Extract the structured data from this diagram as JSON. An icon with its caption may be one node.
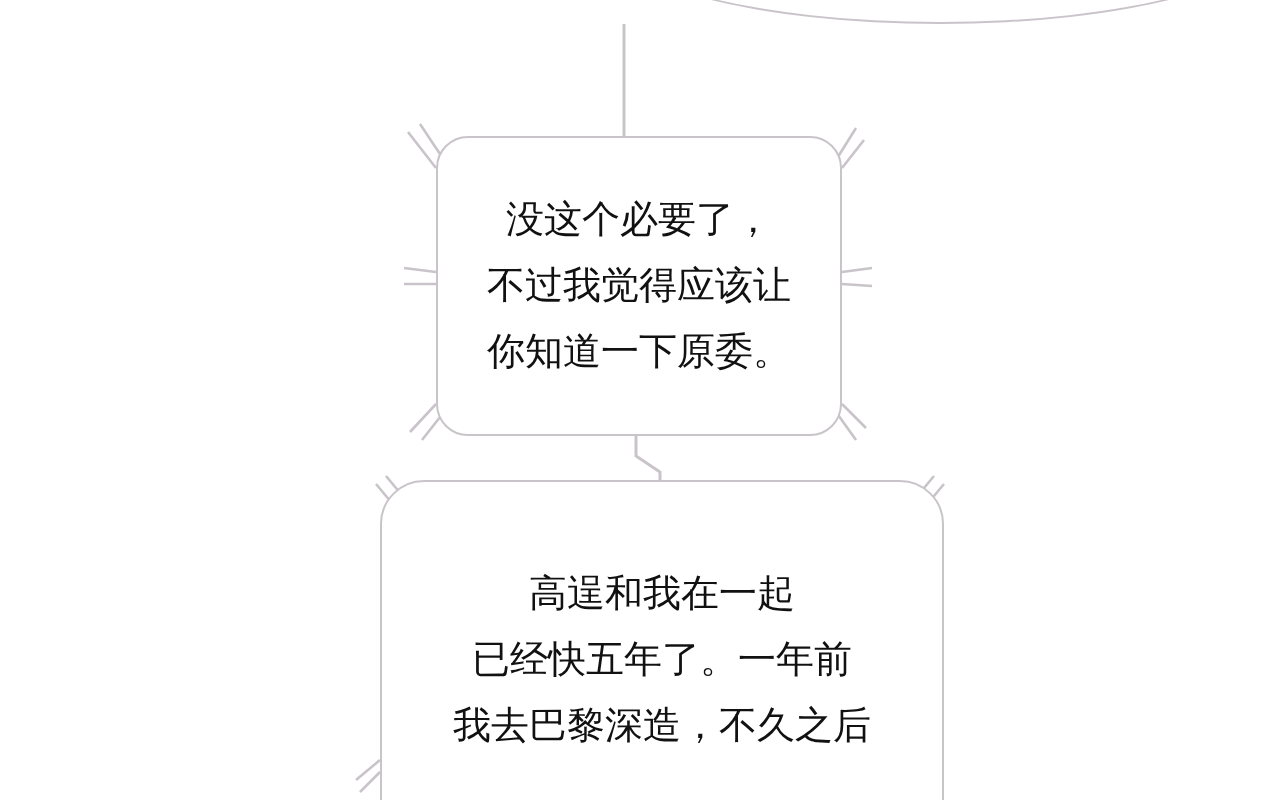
{
  "diagram": {
    "nodes": [
      {
        "text": [],
        "shape": "bubble"
      },
      {
        "text": [
          "没这个必要了，不过我觉得应该让你知道一下原委。"
        ]
      },
      {
        "text": [
          "高逞和我在一起已经快五年了。一年前我去巴黎深造，不久之后"
        ]
      }
    ],
    "edges": [
      {
        "from": 0,
        "to": 1,
        "arrow": "none"
      },
      {
        "from": 1,
        "to": 2,
        "arrow": "none"
      }
    ]
  }
}
